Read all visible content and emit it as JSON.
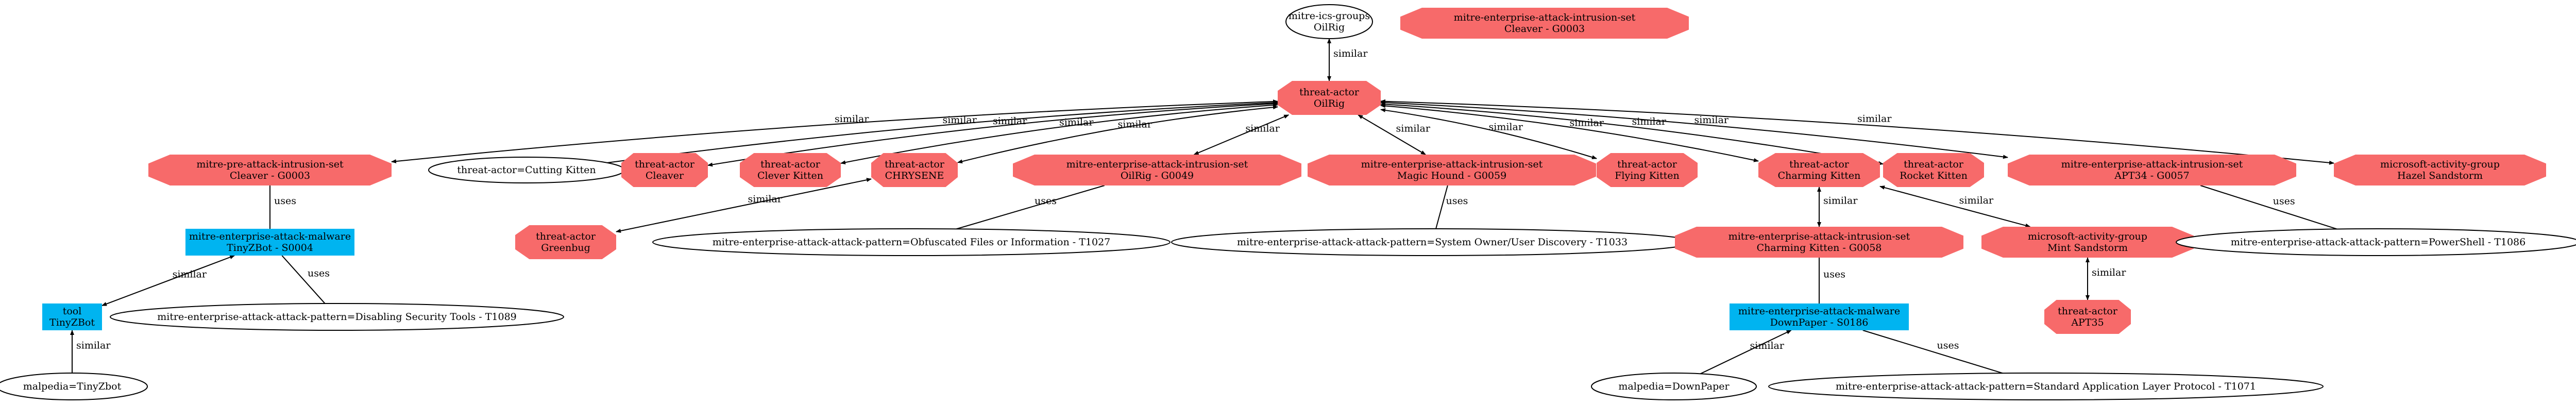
{
  "colors": {
    "threat_actor": "#f76a6a",
    "software": "#00b4f0",
    "plain": "#ffffff",
    "edge": "#000000"
  },
  "nodes": [
    {
      "id": "ics_oilrig",
      "lines": [
        "mitre-ics-groups",
        "OilRig"
      ],
      "shape": "ellipse"
    },
    {
      "id": "cleaver_set_top",
      "lines": [
        "mitre-enterprise-attack-intrusion-set",
        "Cleaver - G0003"
      ],
      "shape": "octagon"
    },
    {
      "id": "ta_oilrig",
      "lines": [
        "threat-actor",
        "OilRig"
      ],
      "shape": "octagon"
    },
    {
      "id": "pre_cleaver",
      "lines": [
        "mitre-pre-attack-intrusion-set",
        "Cleaver - G0003"
      ],
      "shape": "octagon"
    },
    {
      "id": "cutting_kitten",
      "lines": [
        "threat-actor=Cutting Kitten"
      ],
      "shape": "ellipse"
    },
    {
      "id": "ta_cleaver",
      "lines": [
        "threat-actor",
        "Cleaver"
      ],
      "shape": "octagon"
    },
    {
      "id": "ta_clever_kitten",
      "lines": [
        "threat-actor",
        "Clever Kitten"
      ],
      "shape": "octagon"
    },
    {
      "id": "ta_chrysene",
      "lines": [
        "threat-actor",
        "CHRYSENE"
      ],
      "shape": "octagon"
    },
    {
      "id": "oilrig_set",
      "lines": [
        "mitre-enterprise-attack-intrusion-set",
        "OilRig - G0049"
      ],
      "shape": "octagon"
    },
    {
      "id": "magic_hound",
      "lines": [
        "mitre-enterprise-attack-intrusion-set",
        "Magic Hound - G0059"
      ],
      "shape": "octagon"
    },
    {
      "id": "ta_flying_kitten",
      "lines": [
        "threat-actor",
        "Flying Kitten"
      ],
      "shape": "octagon"
    },
    {
      "id": "ta_charming_kitten",
      "lines": [
        "threat-actor",
        "Charming Kitten"
      ],
      "shape": "octagon"
    },
    {
      "id": "ta_rocket_kitten",
      "lines": [
        "threat-actor",
        "Rocket Kitten"
      ],
      "shape": "octagon"
    },
    {
      "id": "apt34_set",
      "lines": [
        "mitre-enterprise-attack-intrusion-set",
        "APT34 - G0057"
      ],
      "shape": "octagon"
    },
    {
      "id": "hazel_sandstorm",
      "lines": [
        "microsoft-activity-group",
        "Hazel Sandstorm"
      ],
      "shape": "octagon"
    },
    {
      "id": "ta_greenbug",
      "lines": [
        "threat-actor",
        "Greenbug"
      ],
      "shape": "octagon"
    },
    {
      "id": "tinyzbot_malware",
      "lines": [
        "mitre-enterprise-attack-malware",
        "TinyZBot - S0004"
      ],
      "shape": "box"
    },
    {
      "id": "obfuscated",
      "lines": [
        "mitre-enterprise-attack-attack-pattern=Obfuscated Files or Information - T1027"
      ],
      "shape": "ellipse"
    },
    {
      "id": "sys_owner",
      "lines": [
        "mitre-enterprise-attack-attack-pattern=System Owner/User Discovery - T1033"
      ],
      "shape": "ellipse"
    },
    {
      "id": "charming_set",
      "lines": [
        "mitre-enterprise-attack-intrusion-set",
        "Charming Kitten - G0058"
      ],
      "shape": "octagon"
    },
    {
      "id": "mint_sandstorm",
      "lines": [
        "microsoft-activity-group",
        "Mint Sandstorm"
      ],
      "shape": "octagon"
    },
    {
      "id": "powershell",
      "lines": [
        "mitre-enterprise-attack-attack-pattern=PowerShell - T1086"
      ],
      "shape": "ellipse"
    },
    {
      "id": "tool_tinyzbot",
      "lines": [
        "tool",
        "TinyZBot"
      ],
      "shape": "box"
    },
    {
      "id": "disabling_tools",
      "lines": [
        "mitre-enterprise-attack-attack-pattern=Disabling Security Tools - T1089"
      ],
      "shape": "ellipse"
    },
    {
      "id": "downpaper",
      "lines": [
        "mitre-enterprise-attack-malware",
        "DownPaper - S0186"
      ],
      "shape": "box"
    },
    {
      "id": "ta_apt35",
      "lines": [
        "threat-actor",
        "APT35"
      ],
      "shape": "octagon"
    },
    {
      "id": "malpedia_tinyzbot",
      "lines": [
        "malpedia=TinyZbot"
      ],
      "shape": "ellipse"
    },
    {
      "id": "malpedia_downpaper",
      "lines": [
        "malpedia=DownPaper"
      ],
      "shape": "ellipse"
    },
    {
      "id": "std_app_layer",
      "lines": [
        "mitre-enterprise-attack-attack-pattern=Standard Application Layer Protocol - T1071"
      ],
      "shape": "ellipse"
    }
  ],
  "edges": [
    {
      "from": "ics_oilrig",
      "to": "ta_oilrig",
      "label": "similar",
      "dir": "both"
    },
    {
      "from": "ta_oilrig",
      "to": "pre_cleaver",
      "label": "similar",
      "dir": "both"
    },
    {
      "from": "ta_oilrig",
      "to": "cutting_kitten",
      "label": "similar",
      "dir": "forward_from"
    },
    {
      "from": "ta_oilrig",
      "to": "ta_cleaver",
      "label": "similar",
      "dir": "both"
    },
    {
      "from": "ta_oilrig",
      "to": "ta_clever_kitten",
      "label": "similar",
      "dir": "both"
    },
    {
      "from": "ta_oilrig",
      "to": "ta_chrysene",
      "label": "similar",
      "dir": "both"
    },
    {
      "from": "ta_oilrig",
      "to": "oilrig_set",
      "label": "similar",
      "dir": "both"
    },
    {
      "from": "ta_oilrig",
      "to": "magic_hound",
      "label": "similar",
      "dir": "both"
    },
    {
      "from": "ta_oilrig",
      "to": "ta_flying_kitten",
      "label": "similar",
      "dir": "both"
    },
    {
      "from": "ta_oilrig",
      "to": "ta_charming_kitten",
      "label": "similar",
      "dir": "both"
    },
    {
      "from": "ta_oilrig",
      "to": "ta_rocket_kitten",
      "label": "similar",
      "dir": "both"
    },
    {
      "from": "ta_oilrig",
      "to": "apt34_set",
      "label": "similar",
      "dir": "both"
    },
    {
      "from": "ta_oilrig",
      "to": "hazel_sandstorm",
      "label": "similar",
      "dir": "both"
    },
    {
      "from": "pre_cleaver",
      "to": "tinyzbot_malware",
      "label": "uses",
      "dir": "none"
    },
    {
      "from": "ta_chrysene",
      "to": "ta_greenbug",
      "label": "similar",
      "dir": "both"
    },
    {
      "from": "oilrig_set",
      "to": "obfuscated",
      "label": "uses",
      "dir": "none"
    },
    {
      "from": "magic_hound",
      "to": "sys_owner",
      "label": "uses",
      "dir": "none"
    },
    {
      "from": "ta_charming_kitten",
      "to": "charming_set",
      "label": "similar",
      "dir": "both"
    },
    {
      "from": "ta_charming_kitten",
      "to": "mint_sandstorm",
      "label": "similar",
      "dir": "both"
    },
    {
      "from": "apt34_set",
      "to": "powershell",
      "label": "uses",
      "dir": "none"
    },
    {
      "from": "tinyzbot_malware",
      "to": "tool_tinyzbot",
      "label": "similar",
      "dir": "both"
    },
    {
      "from": "tinyzbot_malware",
      "to": "disabling_tools",
      "label": "uses",
      "dir": "none"
    },
    {
      "from": "charming_set",
      "to": "downpaper",
      "label": "uses",
      "dir": "none"
    },
    {
      "from": "mint_sandstorm",
      "to": "ta_apt35",
      "label": "similar",
      "dir": "both"
    },
    {
      "from": "tool_tinyzbot",
      "to": "malpedia_tinyzbot",
      "label": "similar",
      "dir": "forward_from"
    },
    {
      "from": "downpaper",
      "to": "malpedia_downpaper",
      "label": "similar",
      "dir": "forward_from"
    },
    {
      "from": "downpaper",
      "to": "std_app_layer",
      "label": "uses",
      "dir": "none"
    }
  ]
}
